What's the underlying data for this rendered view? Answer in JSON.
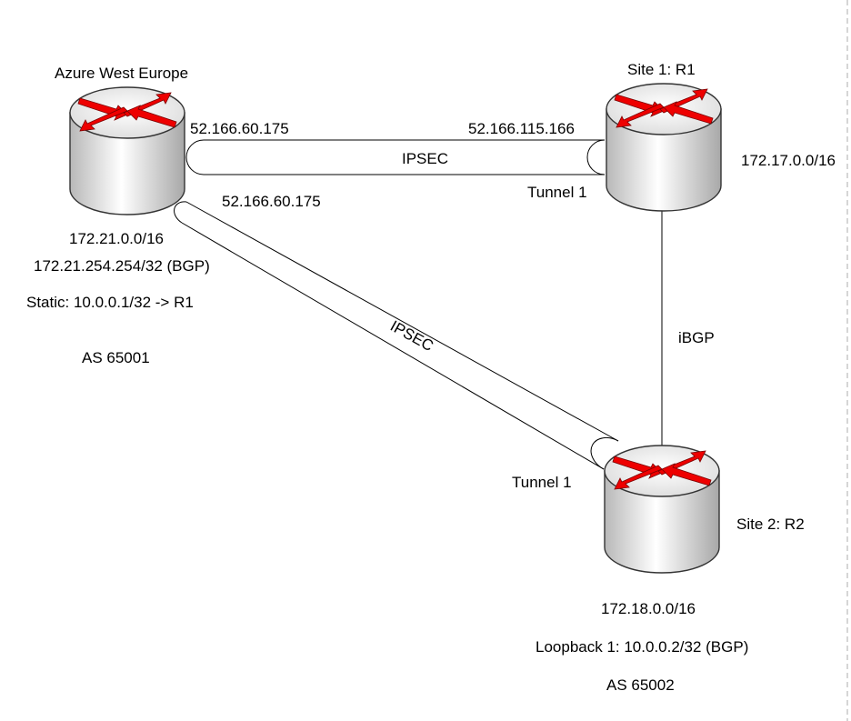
{
  "colors": {
    "arrow": "#ee0000",
    "arrow_stroke": "#7a0000",
    "router_side_light": "#ffffff",
    "router_side_dark": "#b8b8b8",
    "router_top": "#f4f4f4",
    "line": "#000000",
    "border": "#c8c8c8"
  },
  "icons": {
    "router": "router-icon"
  },
  "azure": {
    "title": "Azure West Europe",
    "ip_r1_tunnel": "52.166.60.175",
    "ip_r2_tunnel": "52.166.60.175",
    "subnet": "172.21.0.0/16",
    "bgp_ip": "172.21.254.254/32 (BGP)",
    "static_route": "Static: 10.0.0.1/32 -> R1",
    "as_number": "AS 65001"
  },
  "site1": {
    "title": "Site 1: R1",
    "public_ip": "52.166.115.166",
    "subnet": "172.17.0.0/16",
    "tunnel_label": "Tunnel 1"
  },
  "site2": {
    "title": "Site 2: R2",
    "subnet": "172.18.0.0/16",
    "loopback": "Loopback 1: 10.0.0.2/32 (BGP)",
    "as_number": "AS 65002",
    "tunnel_label": "Tunnel 1"
  },
  "links": {
    "azure_r1_label": "IPSEC",
    "azure_r2_label": "IPSEC",
    "r1_r2_label": "iBGP"
  }
}
